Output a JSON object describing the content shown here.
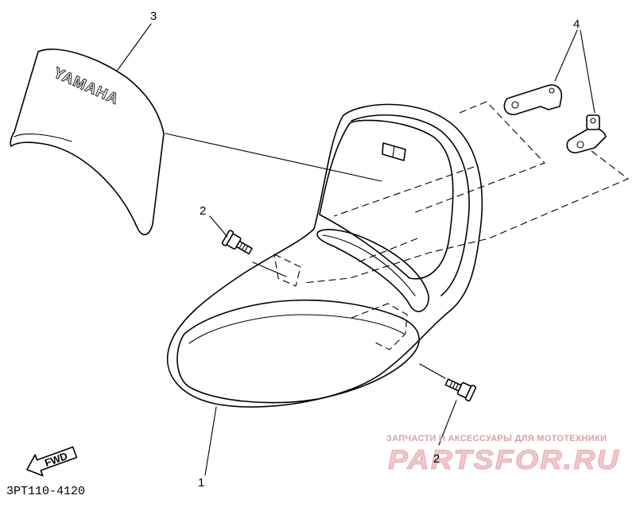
{
  "callouts": {
    "seat": "1",
    "bolt_left": "2",
    "bolt_right": "2",
    "cover": "3",
    "brackets": "4"
  },
  "cover_brand": "YAMAHA",
  "direction_label": "FWD",
  "diagram_code": "3PT110-4120",
  "watermark": {
    "tagline": "ЗАПЧАСТИ И АКСЕССУАРЫ ДЛЯ МОТОТЕХНИКИ",
    "brand": "PARTSFOR.RU"
  },
  "icons": [
    "bolt-icon",
    "bracket-icon",
    "fwd-arrow-icon"
  ]
}
